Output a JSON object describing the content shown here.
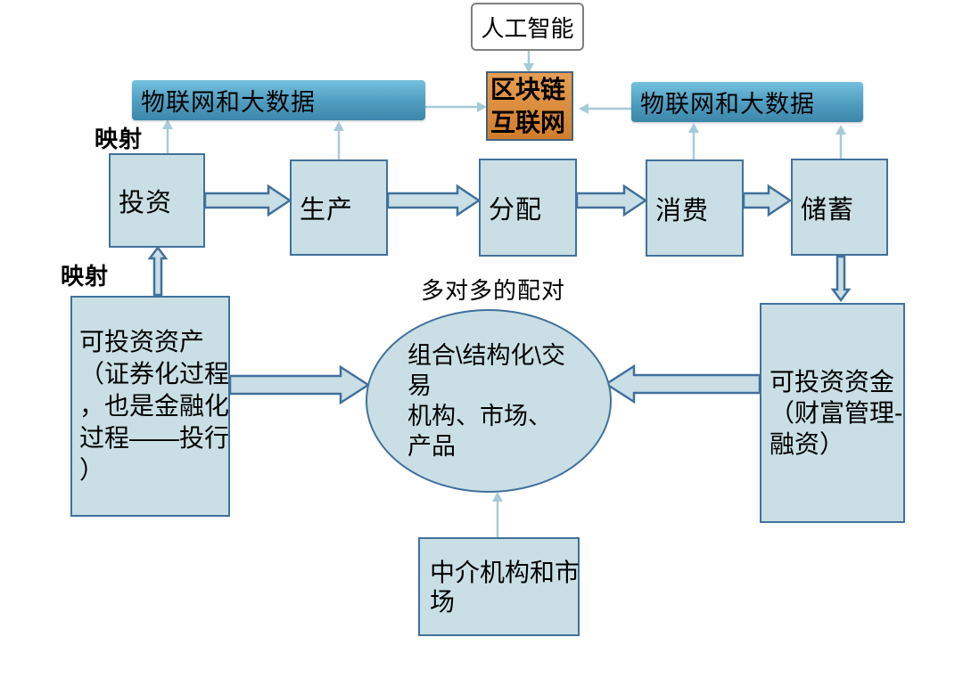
{
  "diagram": {
    "ai_label": "人工智能",
    "blockchain_lines": [
      "区块链",
      "互联网"
    ],
    "bar_left_label": "物联网和大数据",
    "bar_right_label": "物联网和大数据",
    "mapping_label_top": "映射",
    "mapping_label_bottom": "映射",
    "flow_boxes": [
      "投资",
      "生产",
      "分配",
      "消费",
      "储蓄"
    ],
    "assets_box_lines": [
      "可投资资产",
      "（证券化过程",
      "，也是金融化",
      "过程——投行",
      "）"
    ],
    "funds_box_lines": [
      "可投资资金",
      "（财富管理-",
      "融资）"
    ],
    "ellipse_caption": "多对多的配对",
    "ellipse_lines": [
      "组合\\结构化\\交",
      "易",
      "机构、市场、",
      "产品"
    ],
    "intermediary_lines": [
      "中介机构和市",
      "场"
    ],
    "colors": {
      "shape_fill": "#c9dfe5",
      "shape_border": "#41719c",
      "bar_gradient_top": "#74c0de",
      "bar_gradient_bottom": "#3c87ab",
      "orange_gradient_top": "#e59e53",
      "orange_gradient_bottom": "#d07e2c",
      "orange_border": "#44637f",
      "connector": "#a6cbd8",
      "ai_box_border": "#7f7f7f",
      "text": "#000000",
      "background": "#ffffff"
    }
  }
}
